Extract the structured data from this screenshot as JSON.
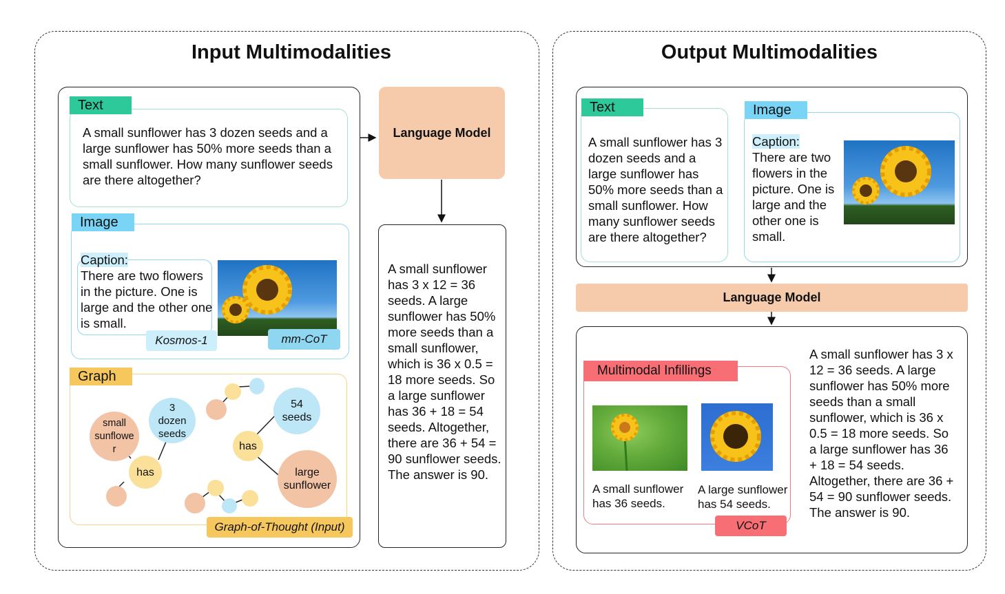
{
  "input": {
    "title": "Input Multimodalities",
    "text_tag": "Text",
    "text_body": "A small sunflower has 3 dozen seeds and a large sunflower has 50% more seeds than a small sunflower.  How many sunflower seeds are there altogether?",
    "image_tag": "Image",
    "caption_label": "Caption:",
    "caption_text": "There are two flowers in the picture. One is large and the other one is small.",
    "badge_kosmos": "Kosmos-1",
    "badge_mmcot": "mm-CoT",
    "graph_tag": "Graph",
    "graph_nodes": {
      "small_sunflower": "small sunflowe r",
      "three_dozen_seeds": "3 dozen seeds",
      "has_left": "has",
      "fifty_four_seeds": "54 seeds",
      "has_right": "has",
      "large_sunflower": "large sunflower"
    },
    "badge_got": "Graph-of-Thought (Input)",
    "language_model": "Language Model",
    "answer": "A small sunflower has 3 x 12 = 36 seeds. A large sunflower has 50% more seeds than a small sunflower, which is 36 x 0.5 = 18 more seeds. So a large sunflower has 36 + 18 = 54 seeds. Altogether, there are 36 + 54 = 90 sunflower seeds.",
    "answer_final": "The answer is 90."
  },
  "output": {
    "title": "Output Multimodalities",
    "text_tag": "Text",
    "text_body": "A small sunflower has 3 dozen seeds and a large sunflower has 50% more seeds than a small sunflower.  How many sunflower seeds are there altogether?",
    "image_tag": "Image",
    "caption_label": "Caption:",
    "caption_text": "There are two flowers in the picture. One is large and the other one is small.",
    "language_model": "Language Model",
    "infill_tag": "Multimodal Infillings",
    "infill_small": "A small sunflower has 36 seeds.",
    "infill_large": "A large sunflower has 54 seeds.",
    "badge_vcot": "VCoT",
    "answer": "A small sunflower has 3 x 12 = 36 seeds. A large sunflower has 50% more seeds than a small sunflower, which is 36 x 0.5 = 18 more seeds. So a large sunflower has 36 + 18 = 54 seeds. Altogether, there are 36 + 54 = 90 sunflower seeds.",
    "answer_final": "The answer is 90."
  },
  "colors": {
    "text_tag": "#2ec99a",
    "image_tag": "#79d4f6",
    "graph_tag": "#f6c75c",
    "infill_tag": "#f86e75",
    "language_model": "#f6cbac"
  },
  "icons": [
    "sunflower-photo",
    "arrow-right",
    "arrow-down"
  ]
}
